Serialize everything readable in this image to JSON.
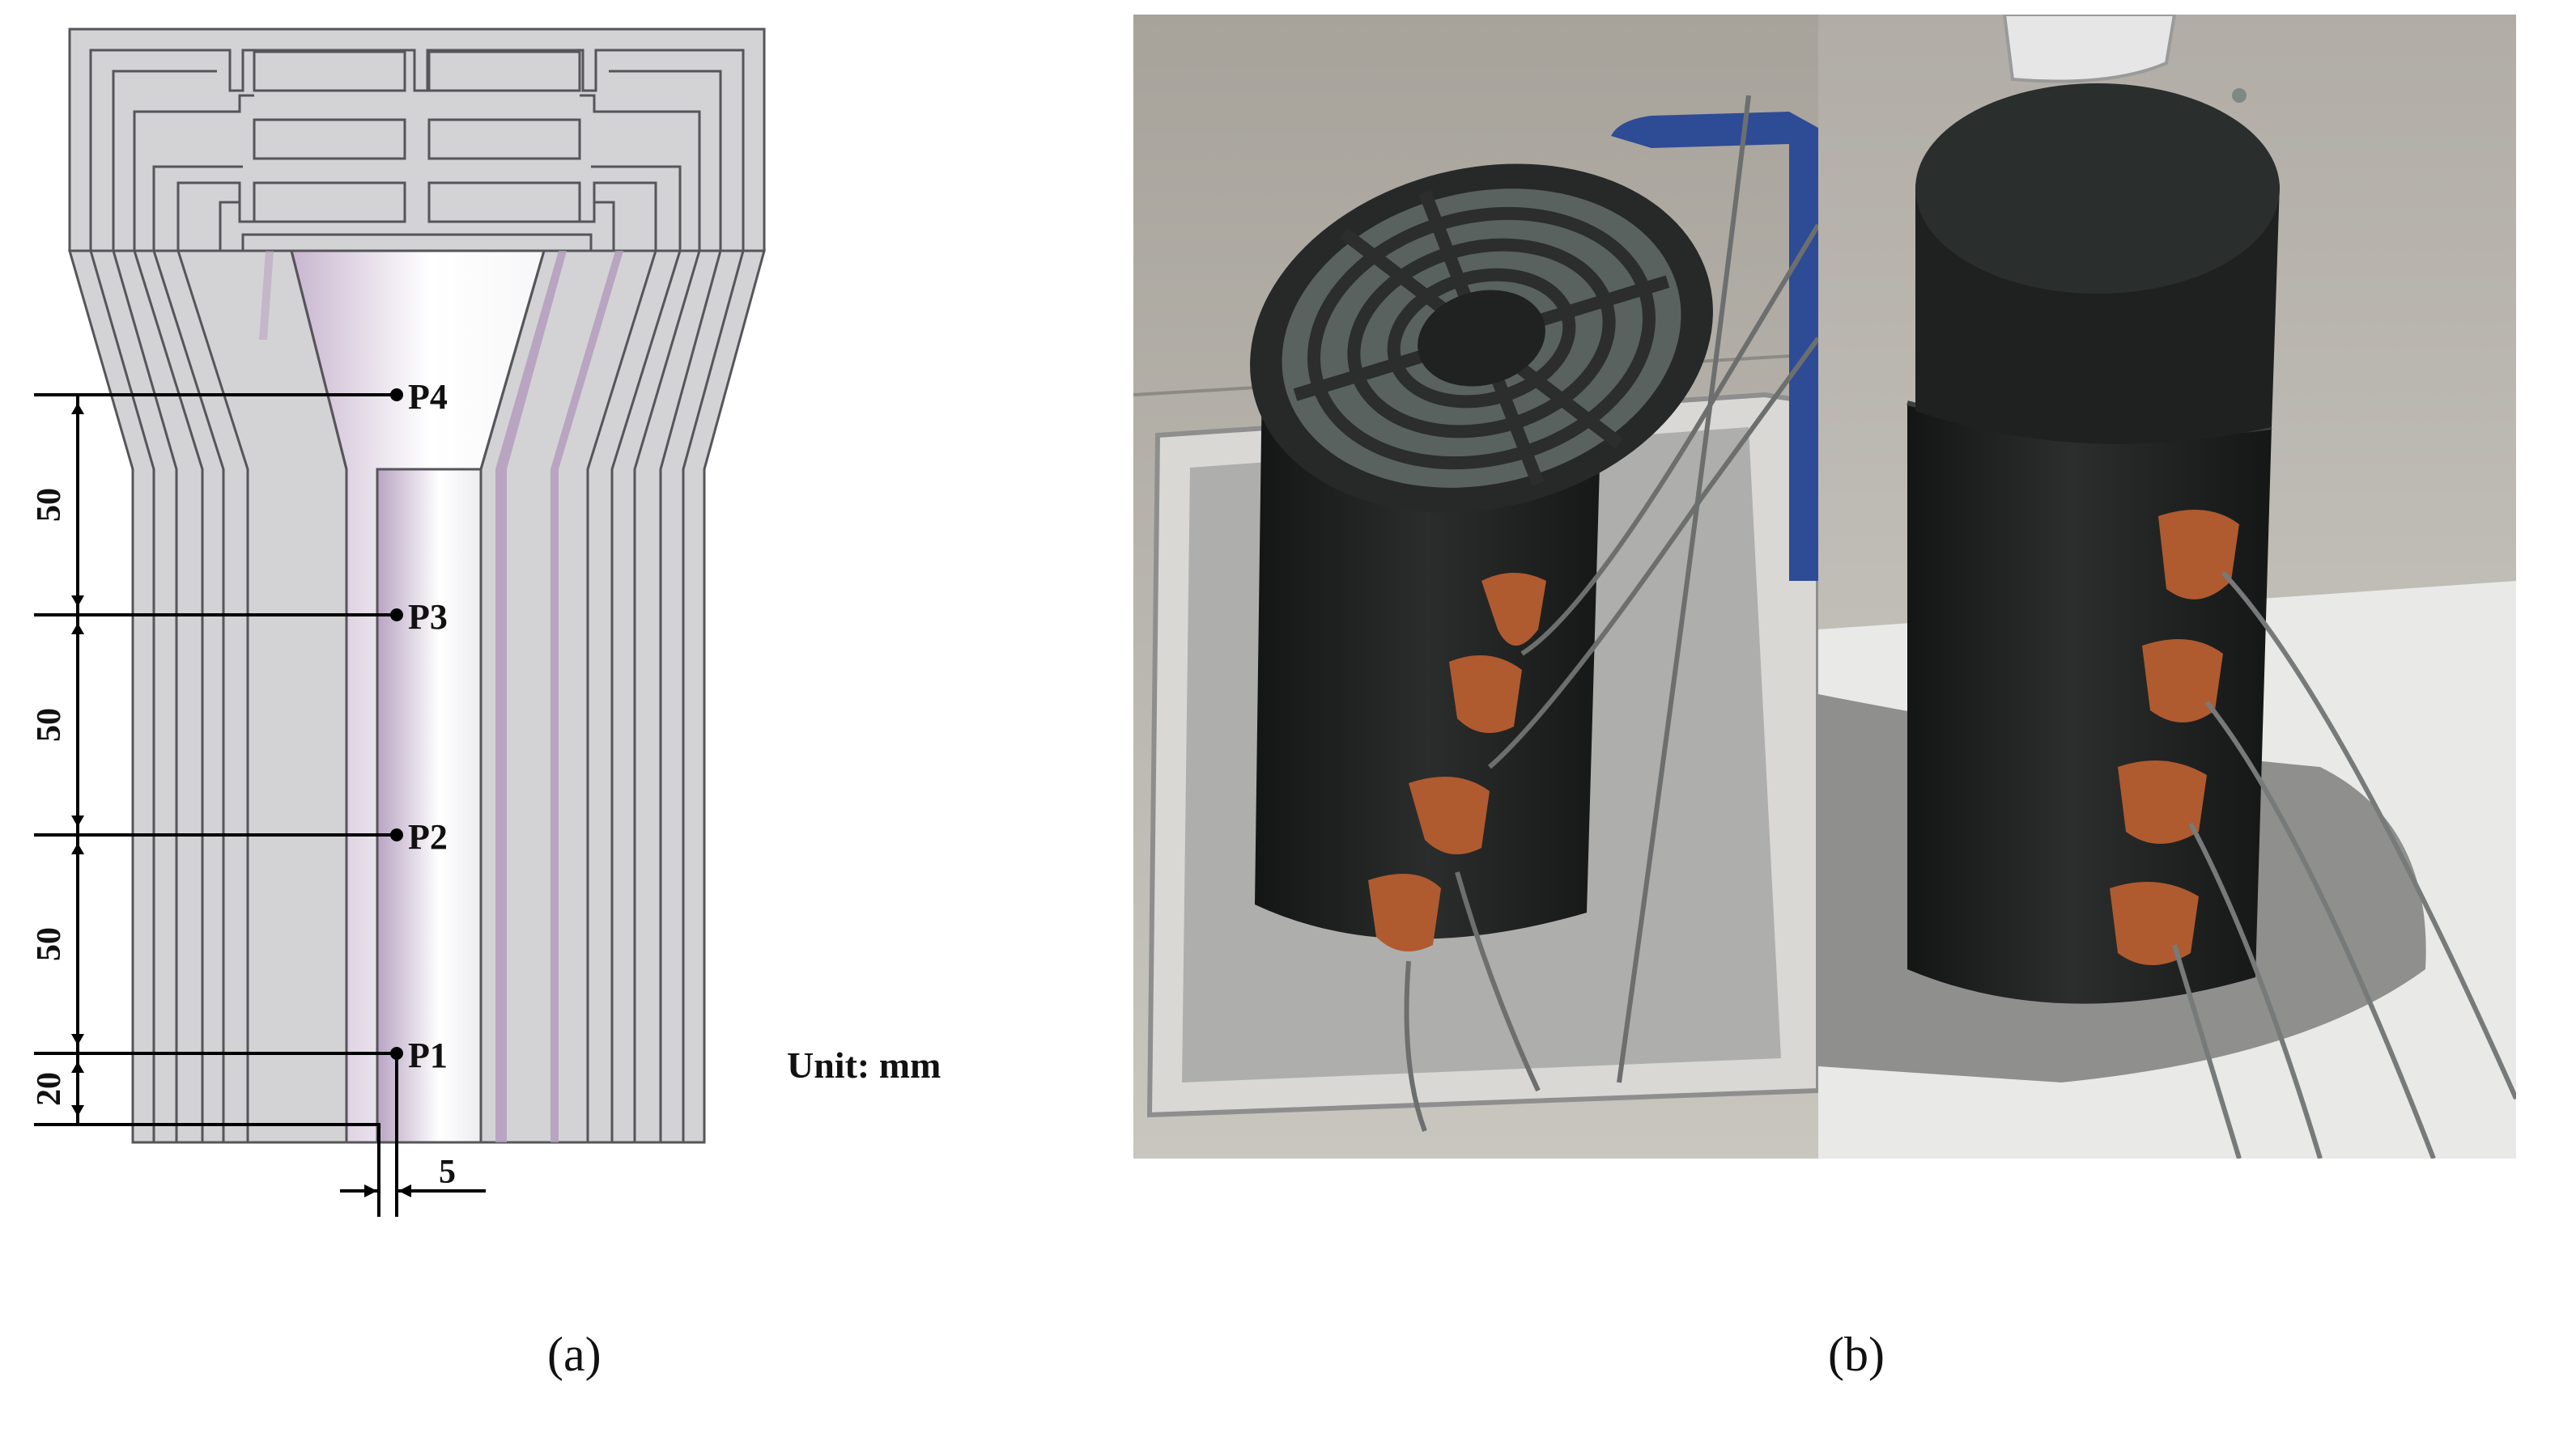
{
  "panel_a": {
    "label": "(a)",
    "unit_text": "Unit: mm",
    "points": [
      "P4",
      "P3",
      "P2",
      "P1"
    ],
    "dimensions": {
      "d1": "50",
      "d2": "50",
      "d3": "50",
      "d4": "20",
      "thickness": "5"
    }
  },
  "panel_b": {
    "label": "(b)"
  },
  "colors": {
    "part_fill": "#d3d3d5",
    "part_edge": "#55555a",
    "shade": "#b59cbd",
    "mold_black": "#1d1f1f",
    "clay": "#b05a2f",
    "floor": "#b8b4ad"
  }
}
